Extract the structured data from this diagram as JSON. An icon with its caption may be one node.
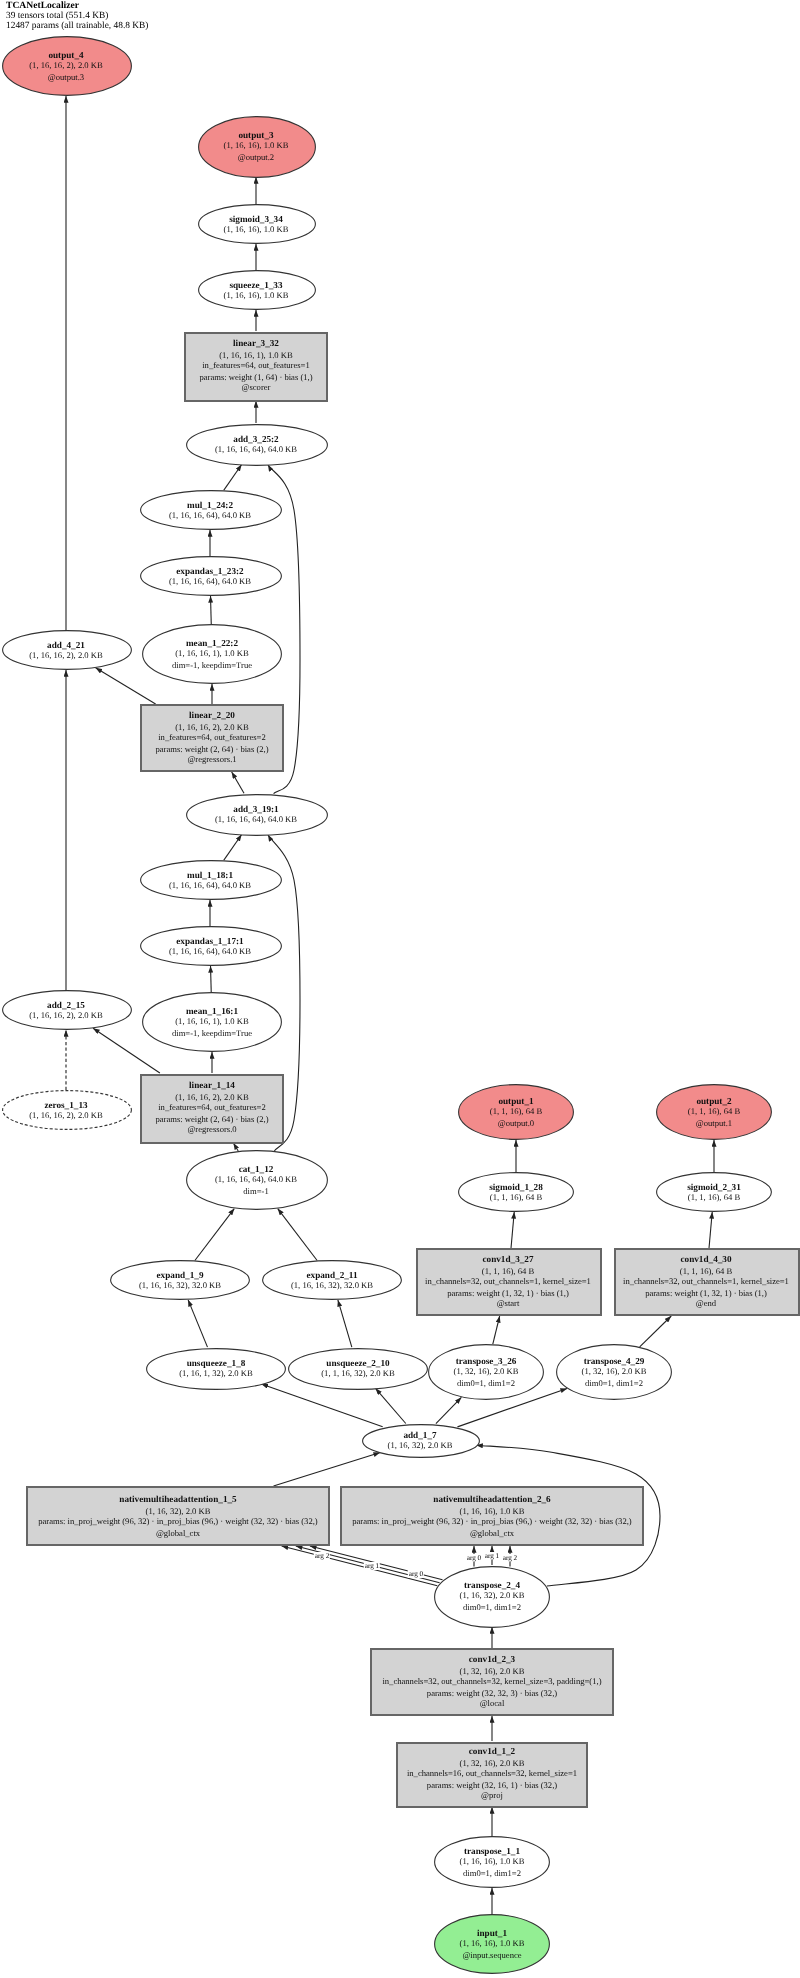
{
  "diagram": {
    "title": "TCANetLocalizer",
    "labels": [
      "39 tensors total (551.4 KB)",
      "12487 params (all trainable, 48.8 KB)"
    ],
    "nodes": [
      {
        "text": [
          "output_4",
          "(1, 16, 16, 2), 2.0 KB",
          "@output.3"
        ]
      },
      {
        "text": [
          "output_3",
          "(1, 16, 16), 1.0 KB",
          "@output.2"
        ]
      },
      {
        "text": [
          "sigmoid_3_34",
          "(1, 16, 16), 1.0 KB"
        ]
      },
      {
        "text": [
          "squeeze_1_33",
          "(1, 16, 16), 1.0 KB"
        ]
      },
      {
        "text": [
          "linear_3_32",
          "(1, 16, 16, 1), 1.0 KB",
          "in_features=64, out_features=1",
          "params: weight (1, 64) · bias (1,)",
          "@scorer"
        ]
      },
      {
        "text": [
          "add_3_25:2",
          "(1, 16, 16, 64), 64.0 KB"
        ]
      },
      {
        "text": [
          "mul_1_24:2",
          "(1, 16, 16, 64), 64.0 KB"
        ]
      },
      {
        "text": [
          "expandas_1_23:2",
          "(1, 16, 16, 64), 64.0 KB"
        ]
      },
      {
        "text": [
          "add_4_21",
          "(1, 16, 16, 2), 2.0 KB"
        ]
      },
      {
        "text": [
          "mean_1_22:2",
          "(1, 16, 16, 1), 1.0 KB",
          "dim=-1, keepdim=True"
        ]
      },
      {
        "text": [
          "linear_2_20",
          "(1, 16, 16, 2), 2.0 KB",
          "in_features=64, out_features=2",
          "params: weight (2, 64) · bias (2,)",
          "@regressors.1"
        ]
      },
      {
        "text": [
          "add_3_19:1",
          "(1, 16, 16, 64), 64.0 KB"
        ]
      },
      {
        "text": [
          "mul_1_18:1",
          "(1, 16, 16, 64), 64.0 KB"
        ]
      },
      {
        "text": [
          "expandas_1_17:1",
          "(1, 16, 16, 64), 64.0 KB"
        ]
      },
      {
        "text": [
          "add_2_15",
          "(1, 16, 16, 2), 2.0 KB"
        ]
      },
      {
        "text": [
          "mean_1_16:1",
          "(1, 16, 16, 1), 1.0 KB",
          "dim=-1, keepdim=True"
        ]
      },
      {
        "text": [
          "zeros_1_13",
          "(1, 16, 16, 2), 2.0 KB"
        ]
      },
      {
        "text": [
          "linear_1_14",
          "(1, 16, 16, 2), 2.0 KB",
          "in_features=64, out_features=2",
          "params: weight (2, 64) · bias (2,)",
          "@regressors.0"
        ]
      },
      {
        "text": [
          "output_1",
          "(1, 1, 16), 64 B",
          "@output.0"
        ]
      },
      {
        "text": [
          "output_2",
          "(1, 1, 16), 64 B",
          "@output.1"
        ]
      },
      {
        "text": [
          "cat_1_12",
          "(1, 16, 16, 64), 64.0 KB",
          "dim=-1"
        ]
      },
      {
        "text": [
          "sigmoid_1_28",
          "(1, 1, 16), 64 B"
        ]
      },
      {
        "text": [
          "sigmoid_2_31",
          "(1, 1, 16), 64 B"
        ]
      },
      {
        "text": [
          "expand_1_9",
          "(1, 16, 16, 32), 32.0 KB"
        ]
      },
      {
        "text": [
          "expand_2_11",
          "(1, 16, 16, 32), 32.0 KB"
        ]
      },
      {
        "text": [
          "conv1d_3_27",
          "(1, 1, 16), 64 B",
          "in_channels=32, out_channels=1, kernel_size=1",
          "params: weight (1, 32, 1) · bias (1,)",
          "@start"
        ]
      },
      {
        "text": [
          "conv1d_4_30",
          "(1, 1, 16), 64 B",
          "in_channels=32, out_channels=1, kernel_size=1",
          "params: weight (1, 32, 1) · bias (1,)",
          "@end"
        ]
      },
      {
        "text": [
          "unsqueeze_1_8",
          "(1, 16, 1, 32), 2.0 KB"
        ]
      },
      {
        "text": [
          "unsqueeze_2_10",
          "(1, 1, 16, 32), 2.0 KB"
        ]
      },
      {
        "text": [
          "transpose_3_26",
          "(1, 32, 16), 2.0 KB",
          "dim0=1, dim1=2"
        ]
      },
      {
        "text": [
          "transpose_4_29",
          "(1, 32, 16), 2.0 KB",
          "dim0=1, dim1=2"
        ]
      },
      {
        "text": [
          "add_1_7",
          "(1, 16, 32), 2.0 KB"
        ]
      },
      {
        "text": [
          "nativemultiheadattention_1_5",
          "(1, 16, 32), 2.0 KB",
          "params: in_proj_weight (96, 32) · in_proj_bias (96,) · weight (32, 32) · bias (32,)",
          "@global_ctx"
        ]
      },
      {
        "text": [
          "nativemultiheadattention_2_6",
          "(1, 16, 16), 1.0 KB",
          "params: in_proj_weight (96, 32) · in_proj_bias (96,) · weight (32, 32) · bias (32,)",
          "@global_ctx"
        ]
      },
      {
        "text": [
          "transpose_2_4",
          "(1, 16, 32), 2.0 KB",
          "dim0=1, dim1=2"
        ]
      },
      {
        "text": [
          "conv1d_2_3",
          "(1, 32, 16), 2.0 KB",
          "in_channels=32, out_channels=32, kernel_size=3, padding=(1,)",
          "params: weight (32, 32, 3) · bias (32,)",
          "@local"
        ]
      },
      {
        "text": [
          "conv1d_1_2",
          "(1, 32, 16), 2.0 KB",
          "in_channels=16, out_channels=32, kernel_size=1",
          "params: weight (32, 16, 1) · bias (32,)",
          "@proj"
        ]
      },
      {
        "text": [
          "transpose_1_1",
          "(1, 16, 16), 1.0 KB",
          "dim0=1, dim1=2"
        ]
      },
      {
        "text": [
          "input_1",
          "(1, 16, 16), 1.0 KB",
          "@input.sequence"
        ]
      }
    ],
    "edges": [
      {
        "from": 38,
        "to": 37,
        "arrow": "to"
      },
      {
        "from": 37,
        "to": 36,
        "arrow": "to"
      },
      {
        "from": 36,
        "to": 35,
        "arrow": "to"
      },
      {
        "from": 35,
        "to": 34,
        "arrow": "to"
      },
      {
        "from": 34,
        "to": 32,
        "arrow": "to",
        "label": "arg 0"
      },
      {
        "from": 34,
        "to": 32,
        "arrow": "to",
        "label": "arg 1"
      },
      {
        "from": 34,
        "to": 32,
        "arrow": "to",
        "label": "arg 2"
      },
      {
        "from": 34,
        "to": 33,
        "arrow": "to",
        "label": "arg 0"
      },
      {
        "from": 34,
        "to": 33,
        "arrow": "to",
        "label": "arg 1"
      },
      {
        "from": 34,
        "to": 33,
        "arrow": "to",
        "label": "arg 2"
      },
      {
        "from": 34,
        "to": 31,
        "arrow": "to"
      },
      {
        "from": 32,
        "to": 31,
        "arrow": "to"
      },
      {
        "from": 31,
        "to": 27,
        "arrow": "to"
      },
      {
        "from": 31,
        "to": 28,
        "arrow": "to"
      },
      {
        "from": 31,
        "to": 29,
        "arrow": "to"
      },
      {
        "from": 31,
        "to": 30,
        "arrow": "to"
      },
      {
        "from": 27,
        "to": 23,
        "arrow": "to"
      },
      {
        "from": 28,
        "to": 24,
        "arrow": "to"
      },
      {
        "from": 29,
        "to": 25,
        "arrow": "to"
      },
      {
        "from": 30,
        "to": 26,
        "arrow": "to"
      },
      {
        "from": 23,
        "to": 20,
        "arrow": "to"
      },
      {
        "from": 24,
        "to": 20,
        "arrow": "to"
      },
      {
        "from": 25,
        "to": 21,
        "arrow": "to"
      },
      {
        "from": 26,
        "to": 22,
        "arrow": "to"
      },
      {
        "from": 21,
        "to": 18,
        "arrow": "to"
      },
      {
        "from": 22,
        "to": 19,
        "arrow": "to"
      },
      {
        "from": 20,
        "to": 17,
        "arrow": "to"
      },
      {
        "from": 20,
        "to": 11,
        "arrow": "to"
      },
      {
        "from": 17,
        "to": 14,
        "arrow": "to"
      },
      {
        "from": 16,
        "to": 14,
        "arrow": "to",
        "style": "dashed"
      },
      {
        "from": 17,
        "to": 15,
        "arrow": "to"
      },
      {
        "from": 15,
        "to": 13,
        "arrow": "to"
      },
      {
        "from": 13,
        "to": 12,
        "arrow": "to"
      },
      {
        "from": 12,
        "to": 11,
        "arrow": "to"
      },
      {
        "from": 11,
        "to": 10,
        "arrow": "to"
      },
      {
        "from": 11,
        "to": 5,
        "arrow": "to"
      },
      {
        "from": 10,
        "to": 8,
        "arrow": "to"
      },
      {
        "from": 14,
        "to": 8,
        "arrow": "to"
      },
      {
        "from": 10,
        "to": 9,
        "arrow": "to"
      },
      {
        "from": 9,
        "to": 7,
        "arrow": "to"
      },
      {
        "from": 7,
        "to": 6,
        "arrow": "to"
      },
      {
        "from": 6,
        "to": 5,
        "arrow": "to"
      },
      {
        "from": 5,
        "to": 4,
        "arrow": "to"
      },
      {
        "from": 4,
        "to": 3,
        "arrow": "to"
      },
      {
        "from": 3,
        "to": 2,
        "arrow": "to"
      },
      {
        "from": 2,
        "to": 1,
        "arrow": "to"
      },
      {
        "from": 8,
        "to": 0,
        "arrow": "to"
      }
    ]
  }
}
